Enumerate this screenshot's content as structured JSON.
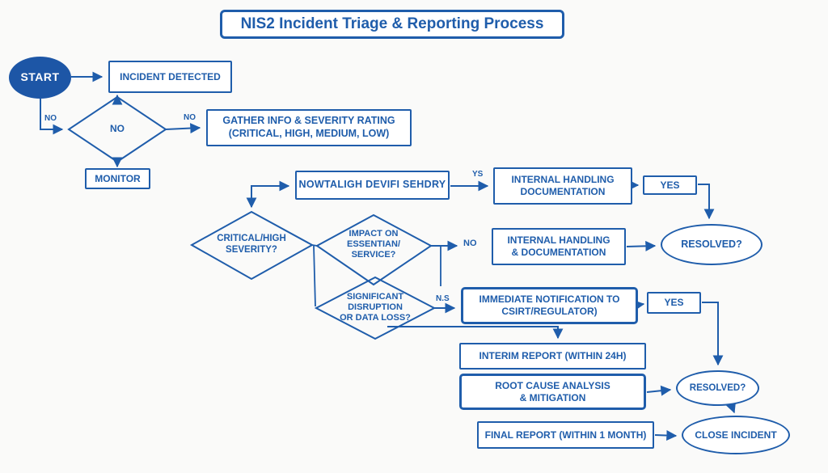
{
  "title": "NIS2 Incident Triage & Reporting Process",
  "colors": {
    "primary": "#1f5dab",
    "start_fill": "#1d56a6",
    "background": "#fafaf9",
    "node_fill": "#ffffff"
  },
  "nodes": {
    "start": {
      "label": "START"
    },
    "incident_detected": {
      "label": "INCIDENT DETECTED"
    },
    "no_decision": {
      "label": "NO"
    },
    "monitor": {
      "label": "MONITOR"
    },
    "gather_info": {
      "label": "GATHER INFO & SEVERITY RATING\n(CRITICAL, HIGH, MEDIUM, LOW)"
    },
    "notify_severity": {
      "label": "NOWTALIGH DEVIFI SEHDRY"
    },
    "critical_high_severity": {
      "label": "CRITICAL/HIGH\nSEVERITY?"
    },
    "impact_essential_service": {
      "label": "IMPACT ON\nESSENTIAN/\nSERVICE?"
    },
    "significant_disruption": {
      "label": "SIGNIFICANT\nDISRUPTION\nOR DATA LOSS?"
    },
    "internal_handling_documentation": {
      "label": "INTERNAL HANDLING\nDOCUMENTATION"
    },
    "yes_top": {
      "label": "YES"
    },
    "resolved_top": {
      "label": "RESOLVED?"
    },
    "internal_handling_and_documentation": {
      "label": "INTERNAL HANDLING\n& DOCUMENTATION"
    },
    "immediate_notification": {
      "label": "IMMEDIATE NOTIFICATION TO\nCSIRT/REGULATOR)"
    },
    "yes_middle": {
      "label": "YES"
    },
    "interim_report": {
      "label": "INTERIM REPORT (WITHIN 24H)"
    },
    "root_cause": {
      "label": "ROOT CAUSE ANALYSIS\n& MITIGATION"
    },
    "resolved_bottom": {
      "label": "RESOLVED?"
    },
    "final_report": {
      "label": "FINAL REPORT (WITHIN 1 MONTH)"
    },
    "close_incident": {
      "label": "CLOSE INCIDENT"
    }
  },
  "edge_labels": {
    "start_to_decision": "NO",
    "decision_to_gather": "NO",
    "notify_to_internal": "YS",
    "impact_no": "NO",
    "disruption_yes": "N.S"
  }
}
